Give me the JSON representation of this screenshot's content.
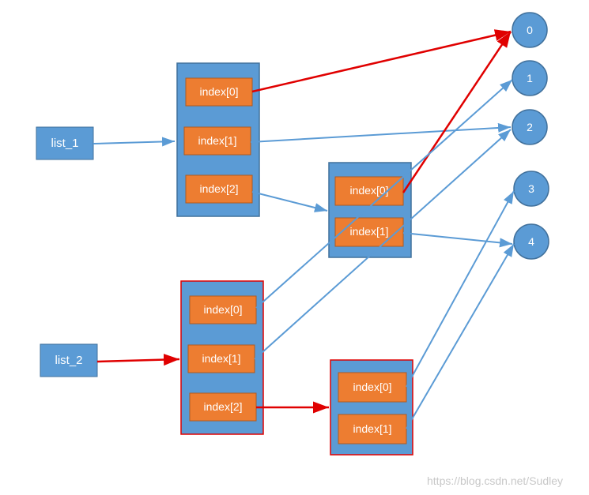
{
  "colors": {
    "list_fill": "#5b9bd5",
    "list_border": "#41719c",
    "index_fill": "#ed7d31",
    "index_border": "#ae5a21",
    "highlight_border": "#e00000",
    "blue_arrow": "#5b9bd5",
    "red_arrow": "#e00000"
  },
  "variables": {
    "list_1": "list_1",
    "list_2": "list_2"
  },
  "lists": {
    "list_1_outer": [
      "index[0]",
      "index[1]",
      "index[2]"
    ],
    "shared_inner": [
      "index[0]",
      "index[1]"
    ],
    "list_2_outer": [
      "index[0]",
      "index[1]",
      "index[2]"
    ],
    "list_2_inner": [
      "index[0]",
      "index[1]"
    ]
  },
  "nodes": [
    "0",
    "1",
    "2",
    "3",
    "4"
  ],
  "watermark": "https://blog.csdn.net/Sudley"
}
